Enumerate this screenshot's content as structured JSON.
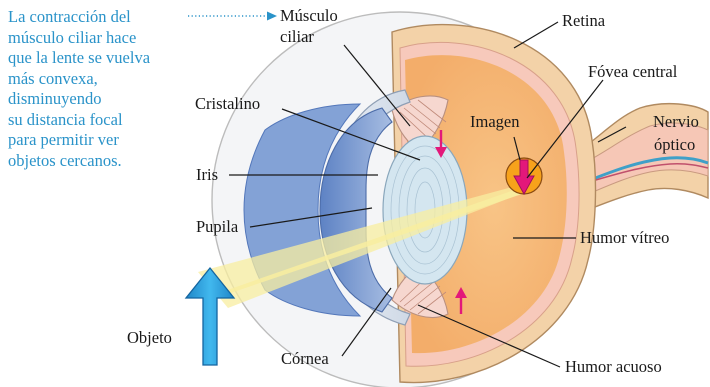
{
  "caption": {
    "lines": [
      "La contracción del",
      "músculo ciliar hace",
      "que la lente se vuelva",
      "más convexa,",
      "disminuyendo",
      "su distancia focal",
      "para permitir ver",
      "objetos cercanos."
    ]
  },
  "labels": {
    "musculo_ciliar_line1": "Músculo",
    "musculo_ciliar_line2": "ciliar",
    "retina": "Retina",
    "fovea_central": "Fóvea central",
    "cristalino": "Cristalino",
    "imagen": "Imagen",
    "nervio_optico_line1": "Nervio",
    "nervio_optico_line2": "óptico",
    "iris": "Iris",
    "pupila": "Pupila",
    "humor_vitreo": "Humor vítreo",
    "objeto": "Objeto",
    "cornea": "Córnea",
    "humor_acuoso": "Humor acuoso"
  },
  "colors": {
    "caption_text": "#2a93c9",
    "label_text": "#1a1a1a",
    "vitreous": "#f6b978",
    "sclera": "#f3d2a8",
    "iris": "#7f9ed2",
    "lens": "#d4e6f0",
    "light_cone": "#f8eea0",
    "object_arrow": "#2aa7e0",
    "image_arrow": "#e3187a",
    "image_circle": "#f7a21b"
  }
}
